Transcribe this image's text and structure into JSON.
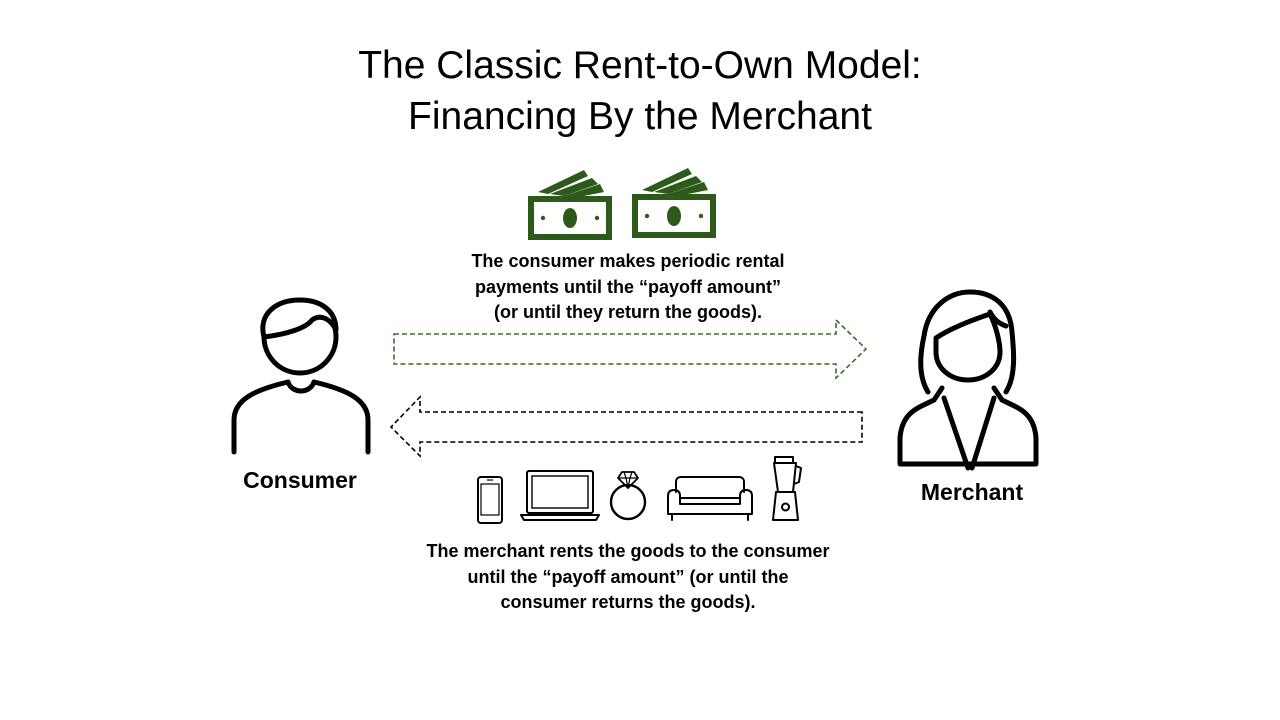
{
  "title": {
    "line1": "The Classic Rent-to-Own Model:",
    "line2": "Financing By the Merchant"
  },
  "payment_caption": {
    "line1": "The consumer makes periodic rental",
    "line2": "payments until the “payoff amount”",
    "line3": "(or until they return the goods)."
  },
  "goods_caption": {
    "line1": "The merchant rents the goods to the consumer",
    "line2": "until the “payoff amount” (or until the",
    "line3": "consumer returns the goods)."
  },
  "parties": {
    "consumer": "Consumer",
    "merchant": "Merchant"
  },
  "icons": {
    "money": [
      "cash-bills-icon",
      "cash-bills-icon"
    ],
    "goods": [
      "phone-icon",
      "laptop-icon",
      "ring-icon",
      "sofa-icon",
      "blender-icon"
    ],
    "people": [
      "consumer-person-icon",
      "merchant-person-icon"
    ]
  },
  "colors": {
    "money": "#2d5a1b",
    "payment_arrow": "#3b6a2a",
    "goods_arrow": "#000000",
    "text": "#000000"
  }
}
